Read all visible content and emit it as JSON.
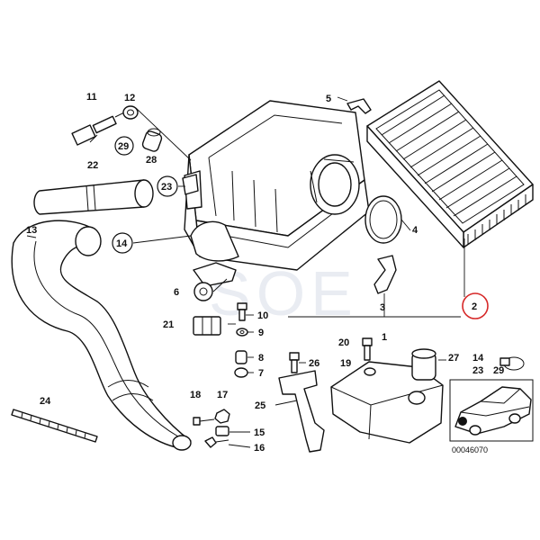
{
  "diagram": {
    "reference_code": "00046070",
    "watermark": "SOE",
    "highlight_color": "#d62828",
    "labels": {
      "p1": "1",
      "p2": "2",
      "p3": "3",
      "p4": "4",
      "p5": "5",
      "p6": "6",
      "p7": "7",
      "p8": "8",
      "p9": "9",
      "p10": "10",
      "p11": "11",
      "p12": "12",
      "p13": "13",
      "p14": "14",
      "p14b": "14",
      "p15": "15",
      "p16": "16",
      "p17": "17",
      "p18": "18",
      "p19": "19",
      "p20": "20",
      "p21": "21",
      "p22": "22",
      "p23": "23",
      "p23b": "23",
      "p24": "24",
      "p25": "25",
      "p26": "26",
      "p27": "27",
      "p28": "28",
      "p29": "29",
      "p29b": "29"
    }
  }
}
